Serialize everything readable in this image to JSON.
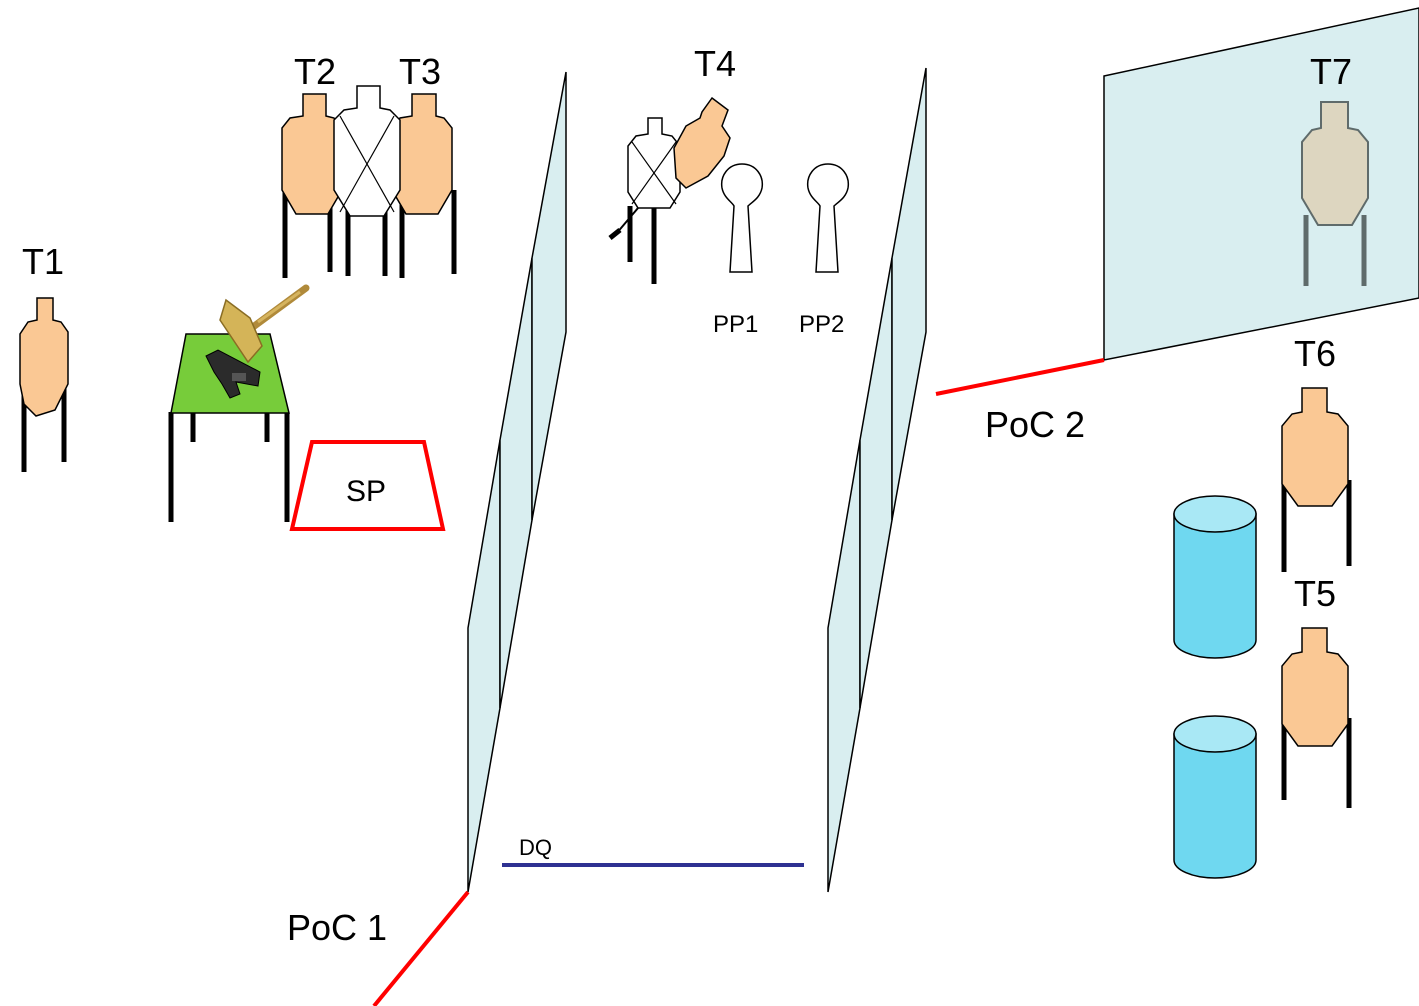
{
  "labels": {
    "t1": "T1",
    "t2": "T2",
    "t3": "T3",
    "t4": "T4",
    "t5": "T5",
    "t6": "T6",
    "t7": "T7",
    "pp1": "PP1",
    "pp2": "PP2",
    "sp": "SP",
    "dq": "DQ",
    "poc1": "PoC 1",
    "poc2": "PoC 2"
  },
  "colors": {
    "target_fill": "#fac894",
    "no_shoot_fill": "#ffffff",
    "table_fill": "#77cc3a",
    "wall_fill": "#d9eef0",
    "barrel_fill": "#6fd8f0",
    "barrel_top": "#a9e8f5",
    "fault_line": "#ff0000",
    "dq_line": "#2e3192",
    "t7_text": "#7f8c8d"
  }
}
